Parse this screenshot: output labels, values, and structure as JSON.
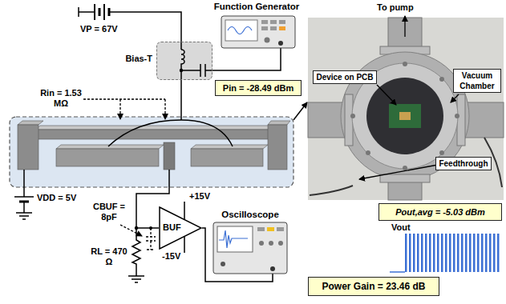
{
  "diagram": {
    "nodes": [
      {
        "text": [
          "Function Generator"
        ]
      },
      {
        "text": [
          "Bias-T"
        ]
      },
      {
        "text": [
          "Pin = -28.49 dBm"
        ]
      },
      {
        "text": [
          "Device on PCB"
        ]
      },
      {
        "text": [
          "Vacuum Chamber"
        ]
      },
      {
        "text": [
          "Feedthrough"
        ]
      },
      {
        "text": [
          "BUF"
        ]
      },
      {
        "text": [
          "Oscilloscope"
        ]
      },
      {
        "text": [
          "Pout,avg = -5.03 dBm"
        ]
      },
      {
        "text": [
          "Power Gain = 23.46 dB"
        ]
      }
    ],
    "edges": [
      {
        "from": 0,
        "to": 1,
        "arrow": "none"
      },
      {
        "from": 6,
        "to": 7,
        "arrow": "none"
      }
    ],
    "labels": [
      "VP = 67V",
      "Rin = 1.53 MΩ",
      "To pump",
      "VDD = 5V",
      "CBUF = 8pF",
      "RL = 470 Ω",
      "+15V",
      "-15V",
      "Vout"
    ]
  }
}
